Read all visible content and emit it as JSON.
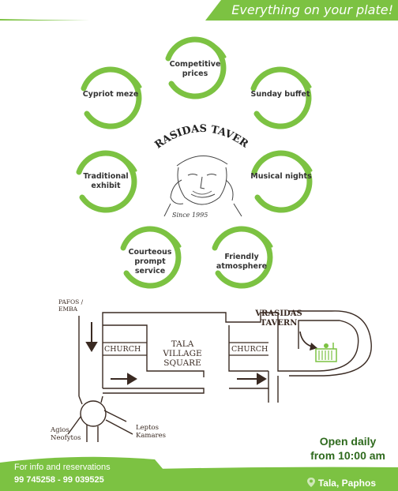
{
  "tagline": "Everything on your plate!",
  "brand": {
    "name": "VRASIDAS TAVERN",
    "since": "Since 1995"
  },
  "features": [
    {
      "label": "Competitive prices"
    },
    {
      "label": "Cypriot meze"
    },
    {
      "label": "Sunday buffet"
    },
    {
      "label": "Traditional exhibit"
    },
    {
      "label": "Musical nights"
    },
    {
      "label": "Courteous prompt service"
    },
    {
      "label": "Friendly atmosphere"
    }
  ],
  "map": {
    "road_from": "PAFOS / EMBA",
    "church_left": "CHURCH",
    "square": "TALA VILLAGE SQUARE",
    "church_right": "CHURCH",
    "tavern": "VRASIDAS TAVERN",
    "dest_left": "Agios Neofytos",
    "dest_right": "Leptos Kamares"
  },
  "hours": {
    "line1": "Open daily",
    "line2": "from 10:00 am"
  },
  "contact": {
    "info_label": "For info and reservations",
    "phones": "99 745258 - 99 039525",
    "location": "Tala, Paphos"
  },
  "colors": {
    "accent_green": "#7cc242",
    "dark_green": "#2f6a1e"
  }
}
